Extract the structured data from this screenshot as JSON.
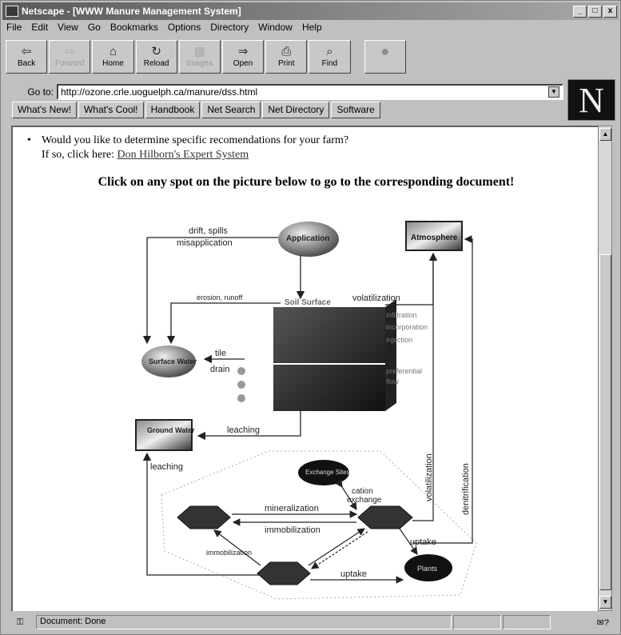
{
  "window": {
    "title": "Netscape - [WWW Manure Management System]",
    "minimize": "_",
    "maximize": "□",
    "close": "x"
  },
  "menu": [
    "File",
    "Edit",
    "View",
    "Go",
    "Bookmarks",
    "Options",
    "Directory",
    "Window",
    "Help"
  ],
  "toolbar": {
    "back": "Back",
    "forward": "Forward",
    "home": "Home",
    "reload": "Reload",
    "images": "Images",
    "open": "Open",
    "print": "Print",
    "find": "Find",
    "stop": "Stop"
  },
  "location": {
    "label": "Go to:",
    "url": "http://ozone.crle.uoguelph.ca/manure/dss.html"
  },
  "directory_buttons": [
    "What's New!",
    "What's Cool!",
    "Handbook",
    "Net Search",
    "Net Directory",
    "Software"
  ],
  "logo": "N",
  "page": {
    "bullet_text": "Would you like to determine specific recomendations for your farm?",
    "if_so": "If so, click here:",
    "link": "Don Hilborn's Expert System",
    "heading": "Click on any spot on the picture below to go to the corresponding document!"
  },
  "diagram": {
    "application": "Application",
    "atmosphere": "Atmosphere",
    "surface_water": "Surface Water",
    "soil_surface": "Soil Surface",
    "ground_water": "Ground Water",
    "exchange_sites": "Exchange Sites",
    "plants": "Plants",
    "drift": "drift, spills",
    "misapplication": "misapplication",
    "erosion": "erosion, runoff",
    "volatilization": "volatilization",
    "infiltration": "infiltration",
    "incorporation": "incorporation",
    "injection": "injection",
    "tile": "tile",
    "drain": "drain",
    "preferential": "preferential",
    "flow": "flow",
    "leaching1": "leaching",
    "leaching2": "leaching",
    "cation": "cation",
    "exchange": "exchange",
    "volatilization_v": "volatilization",
    "denitrification": "denitrification",
    "mineralization": "mineralization",
    "immobilization1": "immobilization",
    "immobilization2": "immobilization",
    "uptake1": "uptake",
    "uptake2": "uptake"
  },
  "status": {
    "message": "Document: Done",
    "mail": "✉?"
  }
}
